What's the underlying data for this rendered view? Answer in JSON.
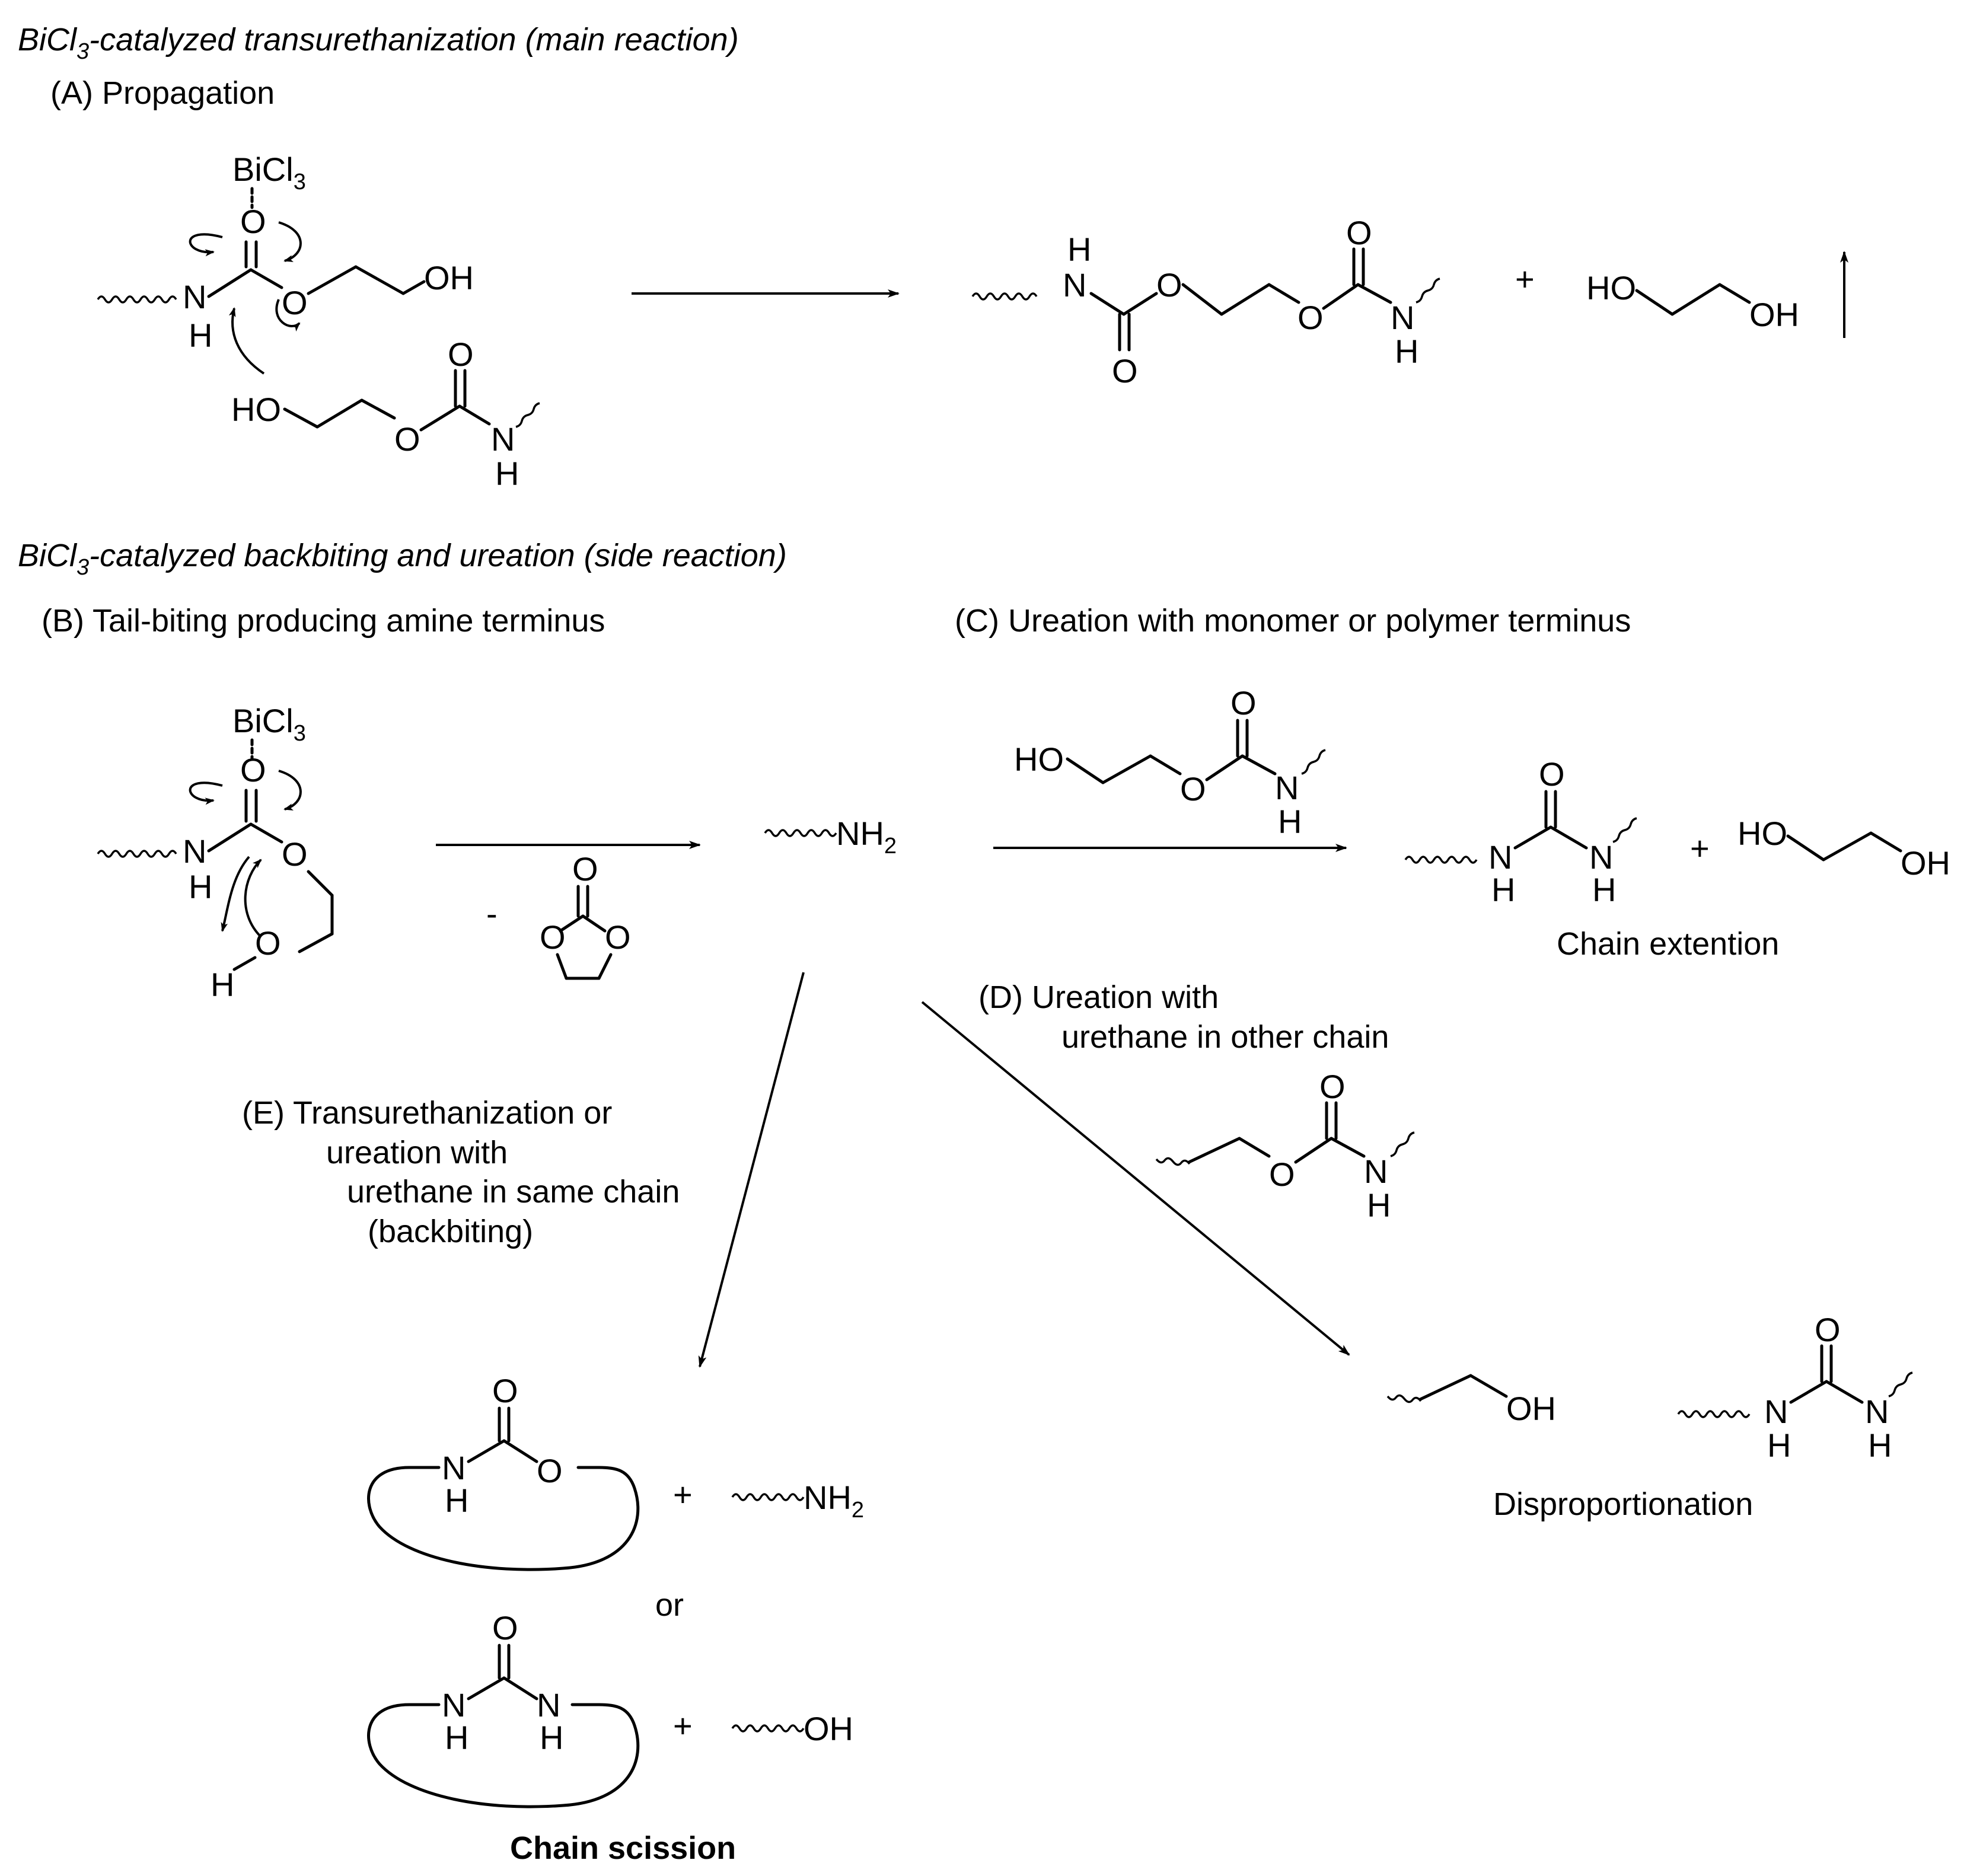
{
  "headers": {
    "main_reaction": "BiCl3-catalyzed transurethanization (main reaction)",
    "main_reaction_pre": "BiCl",
    "main_reaction_sub": "3",
    "main_reaction_post": "-catalyzed transurethanization (main reaction)",
    "side_reaction_pre": "BiCl",
    "side_reaction_sub": "3",
    "side_reaction_post": "-catalyzed backbiting and ureation (side reaction)"
  },
  "sections": {
    "a": "(A) Propagation",
    "b": "(B) Tail-biting producing amine terminus",
    "c": "(C) Ureation with monomer or polymer terminus",
    "d_line1": "(D) Ureation with",
    "d_line2": "urethane in other chain",
    "e_line1": "(E) Transurethanization or",
    "e_line2": "ureation with",
    "e_line3": "urethane in same chain",
    "e_line4": "(backbiting)"
  },
  "atoms": {
    "bi": "BiCl",
    "three": "3",
    "O": "O",
    "N": "N",
    "H": "H",
    "OH": "OH",
    "HO": "HO",
    "NH": "NH",
    "two": "2",
    "plus": "+",
    "minus": "-",
    "or": "or"
  },
  "outcomes": {
    "chain_extension": "Chain extention",
    "disproportionation": "Disproportionation",
    "chain_scission": "Chain scission"
  }
}
